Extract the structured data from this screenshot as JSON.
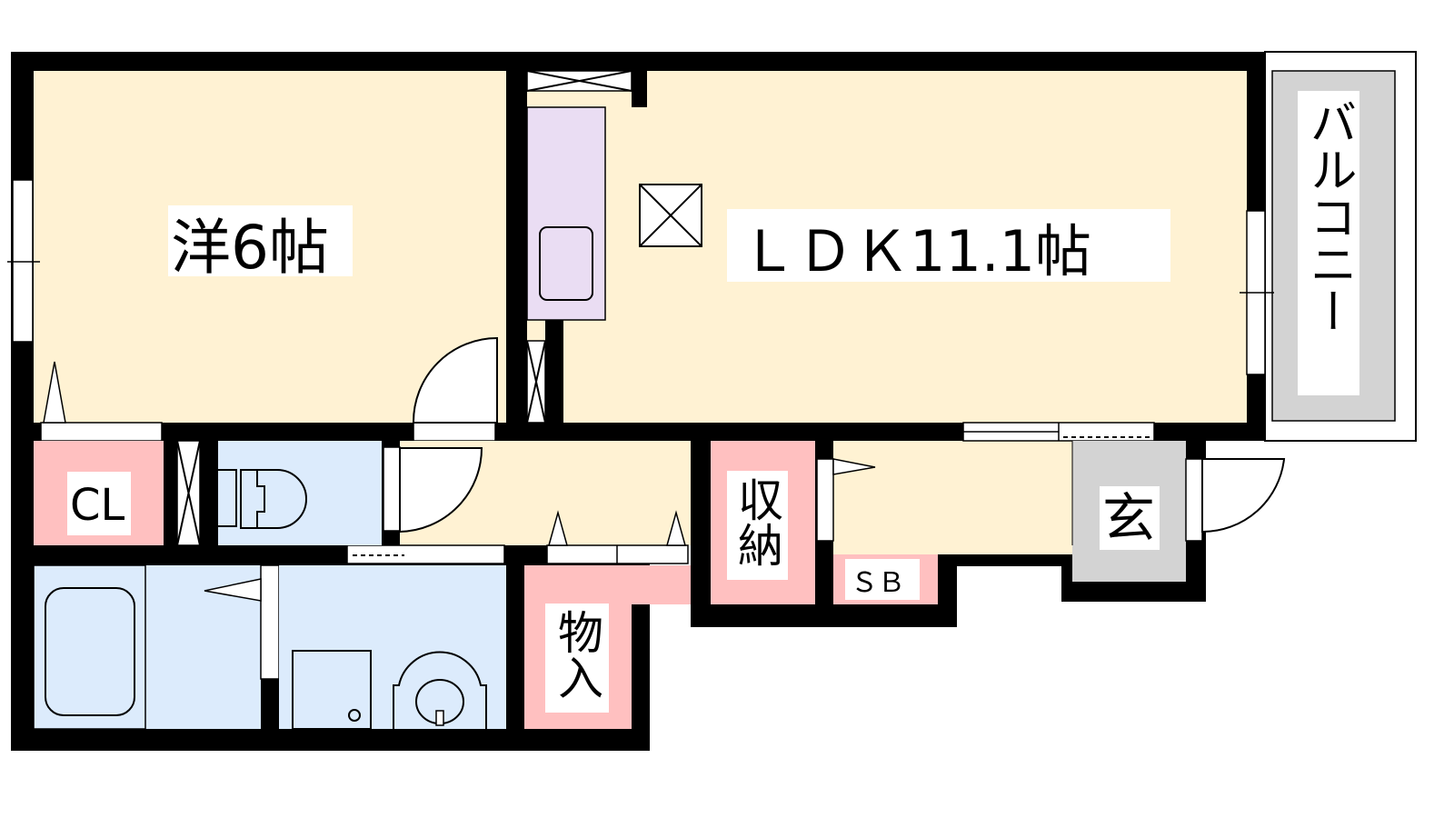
{
  "floorplan": {
    "rooms": {
      "western_room": "洋6帖",
      "ldk": "ＬＤＫ11.1帖",
      "balcony": "バルコニー",
      "closet": "CL",
      "storage_mono": "物入",
      "storage_shuno": "収納",
      "shoe_box": "ＳＢ",
      "entrance": "玄"
    },
    "colors": {
      "living": "#FFF2D3",
      "storage": "#FFC0C0",
      "water": "#DCEBFC",
      "kitchen": "#EADDF3",
      "entrance": "#D3D3D3",
      "wall": "#000000"
    }
  }
}
